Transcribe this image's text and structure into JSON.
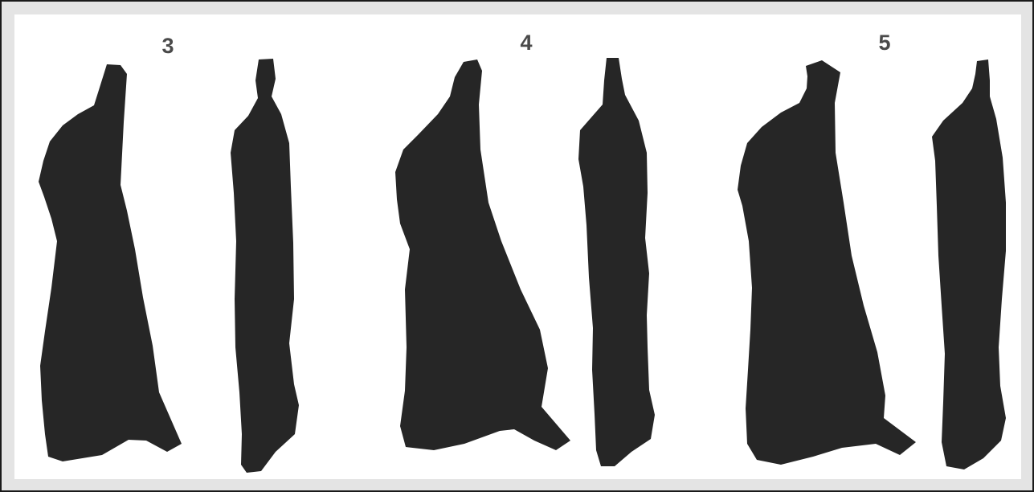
{
  "figure": {
    "groups": [
      {
        "label": "3",
        "views": [
          "side",
          "front"
        ]
      },
      {
        "label": "4",
        "views": [
          "side",
          "front"
        ]
      },
      {
        "label": "5",
        "views": [
          "side",
          "front"
        ]
      }
    ],
    "colors": {
      "silhouette": "#262626",
      "label": "#4a4a4a",
      "background": "#ffffff",
      "border": "#e4e4e4",
      "outline": "#1a1a1a"
    }
  }
}
